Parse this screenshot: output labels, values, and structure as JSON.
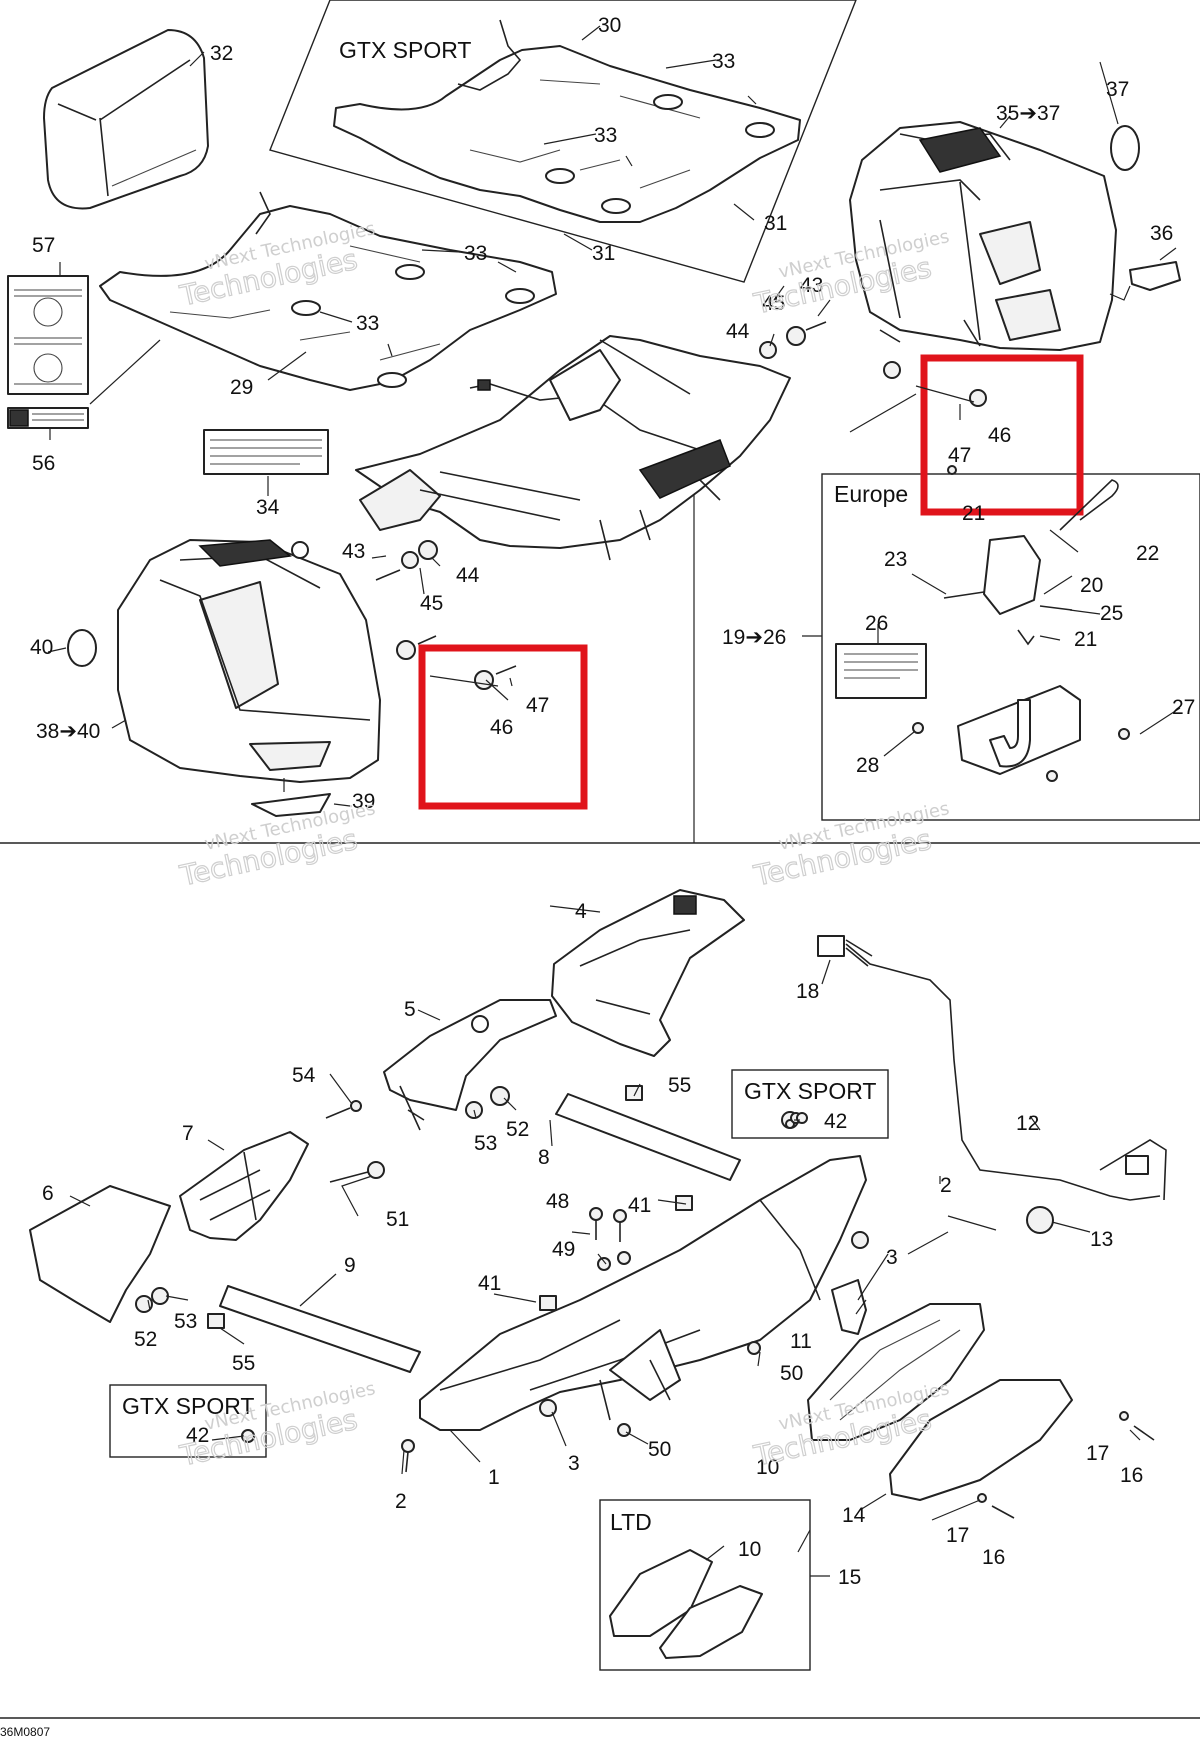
{
  "sections": {
    "gtx_sport_top": "GTX SPORT",
    "europe": "Europe",
    "gtx_sport_mid": "GTX SPORT",
    "gtx_sport_bottom": "GTX SPORT",
    "ltd": "LTD"
  },
  "part_labels": [
    {
      "id": "p1",
      "text": "1"
    },
    {
      "id": "p2a",
      "text": "2"
    },
    {
      "id": "p2b",
      "text": "2"
    },
    {
      "id": "p3a",
      "text": "3"
    },
    {
      "id": "p3b",
      "text": "3"
    },
    {
      "id": "p4",
      "text": "4"
    },
    {
      "id": "p5",
      "text": "5"
    },
    {
      "id": "p6",
      "text": "6"
    },
    {
      "id": "p7",
      "text": "7"
    },
    {
      "id": "p8",
      "text": "8"
    },
    {
      "id": "p9",
      "text": "9"
    },
    {
      "id": "p10a",
      "text": "10"
    },
    {
      "id": "p10b",
      "text": "10"
    },
    {
      "id": "p11",
      "text": "11"
    },
    {
      "id": "p12",
      "text": "12"
    },
    {
      "id": "p13",
      "text": "13"
    },
    {
      "id": "p14",
      "text": "14"
    },
    {
      "id": "p15",
      "text": "15"
    },
    {
      "id": "p16a",
      "text": "16"
    },
    {
      "id": "p16b",
      "text": "16"
    },
    {
      "id": "p17a",
      "text": "17"
    },
    {
      "id": "p17b",
      "text": "17"
    },
    {
      "id": "p18",
      "text": "18"
    },
    {
      "id": "p19",
      "text": "19➔26"
    },
    {
      "id": "p20",
      "text": "20"
    },
    {
      "id": "p21a",
      "text": "21"
    },
    {
      "id": "p21b",
      "text": "21"
    },
    {
      "id": "p22",
      "text": "22"
    },
    {
      "id": "p23",
      "text": "23"
    },
    {
      "id": "p25",
      "text": "25"
    },
    {
      "id": "p26",
      "text": "26"
    },
    {
      "id": "p27",
      "text": "27"
    },
    {
      "id": "p28",
      "text": "28"
    },
    {
      "id": "p29",
      "text": "29"
    },
    {
      "id": "p30",
      "text": "30"
    },
    {
      "id": "p31a",
      "text": "31"
    },
    {
      "id": "p31b",
      "text": "31"
    },
    {
      "id": "p32",
      "text": "32"
    },
    {
      "id": "p33a",
      "text": "33"
    },
    {
      "id": "p33b",
      "text": "33"
    },
    {
      "id": "p33c",
      "text": "33"
    },
    {
      "id": "p33d",
      "text": "33"
    },
    {
      "id": "p34",
      "text": "34"
    },
    {
      "id": "p35",
      "text": "35➔37"
    },
    {
      "id": "p36",
      "text": "36"
    },
    {
      "id": "p37",
      "text": "37"
    },
    {
      "id": "p38",
      "text": "38➔40"
    },
    {
      "id": "p39",
      "text": "39"
    },
    {
      "id": "p40",
      "text": "40"
    },
    {
      "id": "p41a",
      "text": "41"
    },
    {
      "id": "p41b",
      "text": "41"
    },
    {
      "id": "p42a",
      "text": "42"
    },
    {
      "id": "p42b",
      "text": "42"
    },
    {
      "id": "p43a",
      "text": "43"
    },
    {
      "id": "p43b",
      "text": "43"
    },
    {
      "id": "p44a",
      "text": "44"
    },
    {
      "id": "p44b",
      "text": "44"
    },
    {
      "id": "p45a",
      "text": "45"
    },
    {
      "id": "p45b",
      "text": "45"
    },
    {
      "id": "p46a",
      "text": "46"
    },
    {
      "id": "p46b",
      "text": "46"
    },
    {
      "id": "p47a",
      "text": "47"
    },
    {
      "id": "p47b",
      "text": "47"
    },
    {
      "id": "p48",
      "text": "48"
    },
    {
      "id": "p49",
      "text": "49"
    },
    {
      "id": "p50a",
      "text": "50"
    },
    {
      "id": "p50b",
      "text": "50"
    },
    {
      "id": "p51",
      "text": "51"
    },
    {
      "id": "p52a",
      "text": "52"
    },
    {
      "id": "p52b",
      "text": "52"
    },
    {
      "id": "p53a",
      "text": "53"
    },
    {
      "id": "p53b",
      "text": "53"
    },
    {
      "id": "p54",
      "text": "54"
    },
    {
      "id": "p55a",
      "text": "55"
    },
    {
      "id": "p55b",
      "text": "55"
    },
    {
      "id": "p56",
      "text": "56"
    },
    {
      "id": "p57",
      "text": "57"
    }
  ],
  "watermark": {
    "line1": "vNext Technologies",
    "line2": "Technologies"
  },
  "highlight_color": "#e0141b",
  "footer_code": "36M0807"
}
